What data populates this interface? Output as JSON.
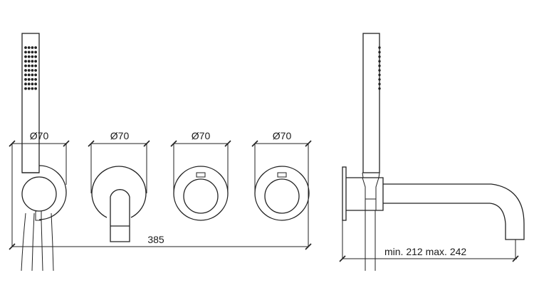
{
  "front_view": {
    "diameter_labels": [
      "Ø70",
      "Ø70",
      "Ø70",
      "Ø70"
    ],
    "overall_width_label": "385"
  },
  "side_view": {
    "projection_label": "min. 212 max. 242"
  },
  "colors": {
    "line": "#222222",
    "background": "#ffffff"
  }
}
